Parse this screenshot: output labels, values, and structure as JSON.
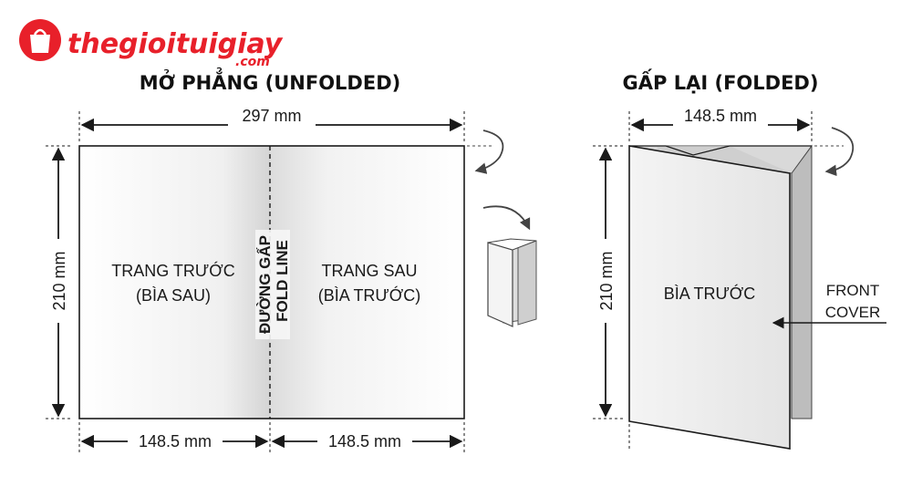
{
  "brand": {
    "name": "thegioituigiay",
    "domain": ".com",
    "color": "#e8202a"
  },
  "unfolded": {
    "title": "MỞ PHẲNG (UNFOLDED)",
    "width_label": "297 mm",
    "height_label": "210 mm",
    "left_half_label": "148.5 mm",
    "right_half_label": "148.5 mm",
    "front_page": {
      "line1": "TRANG TRƯỚC",
      "line2": "(BÌA SAU)"
    },
    "back_page": {
      "line1": "TRANG SAU",
      "line2": "(BÌA TRƯỚC)"
    },
    "fold_line": {
      "line1": "ĐƯỜNG GẤP",
      "line2": "FOLD LINE"
    }
  },
  "folded": {
    "title": "GẤP LẠI (FOLDED)",
    "width_label": "148.5 mm",
    "height_label": "210 mm",
    "cover_label": "BÌA TRƯỚC",
    "callout": {
      "line1": "FRONT",
      "line2": "COVER"
    }
  },
  "colors": {
    "line": "#1a1a1a",
    "panel_shade": "#d9d9d9",
    "panel_light": "#ffffff",
    "arrow_grey": "#444444"
  }
}
